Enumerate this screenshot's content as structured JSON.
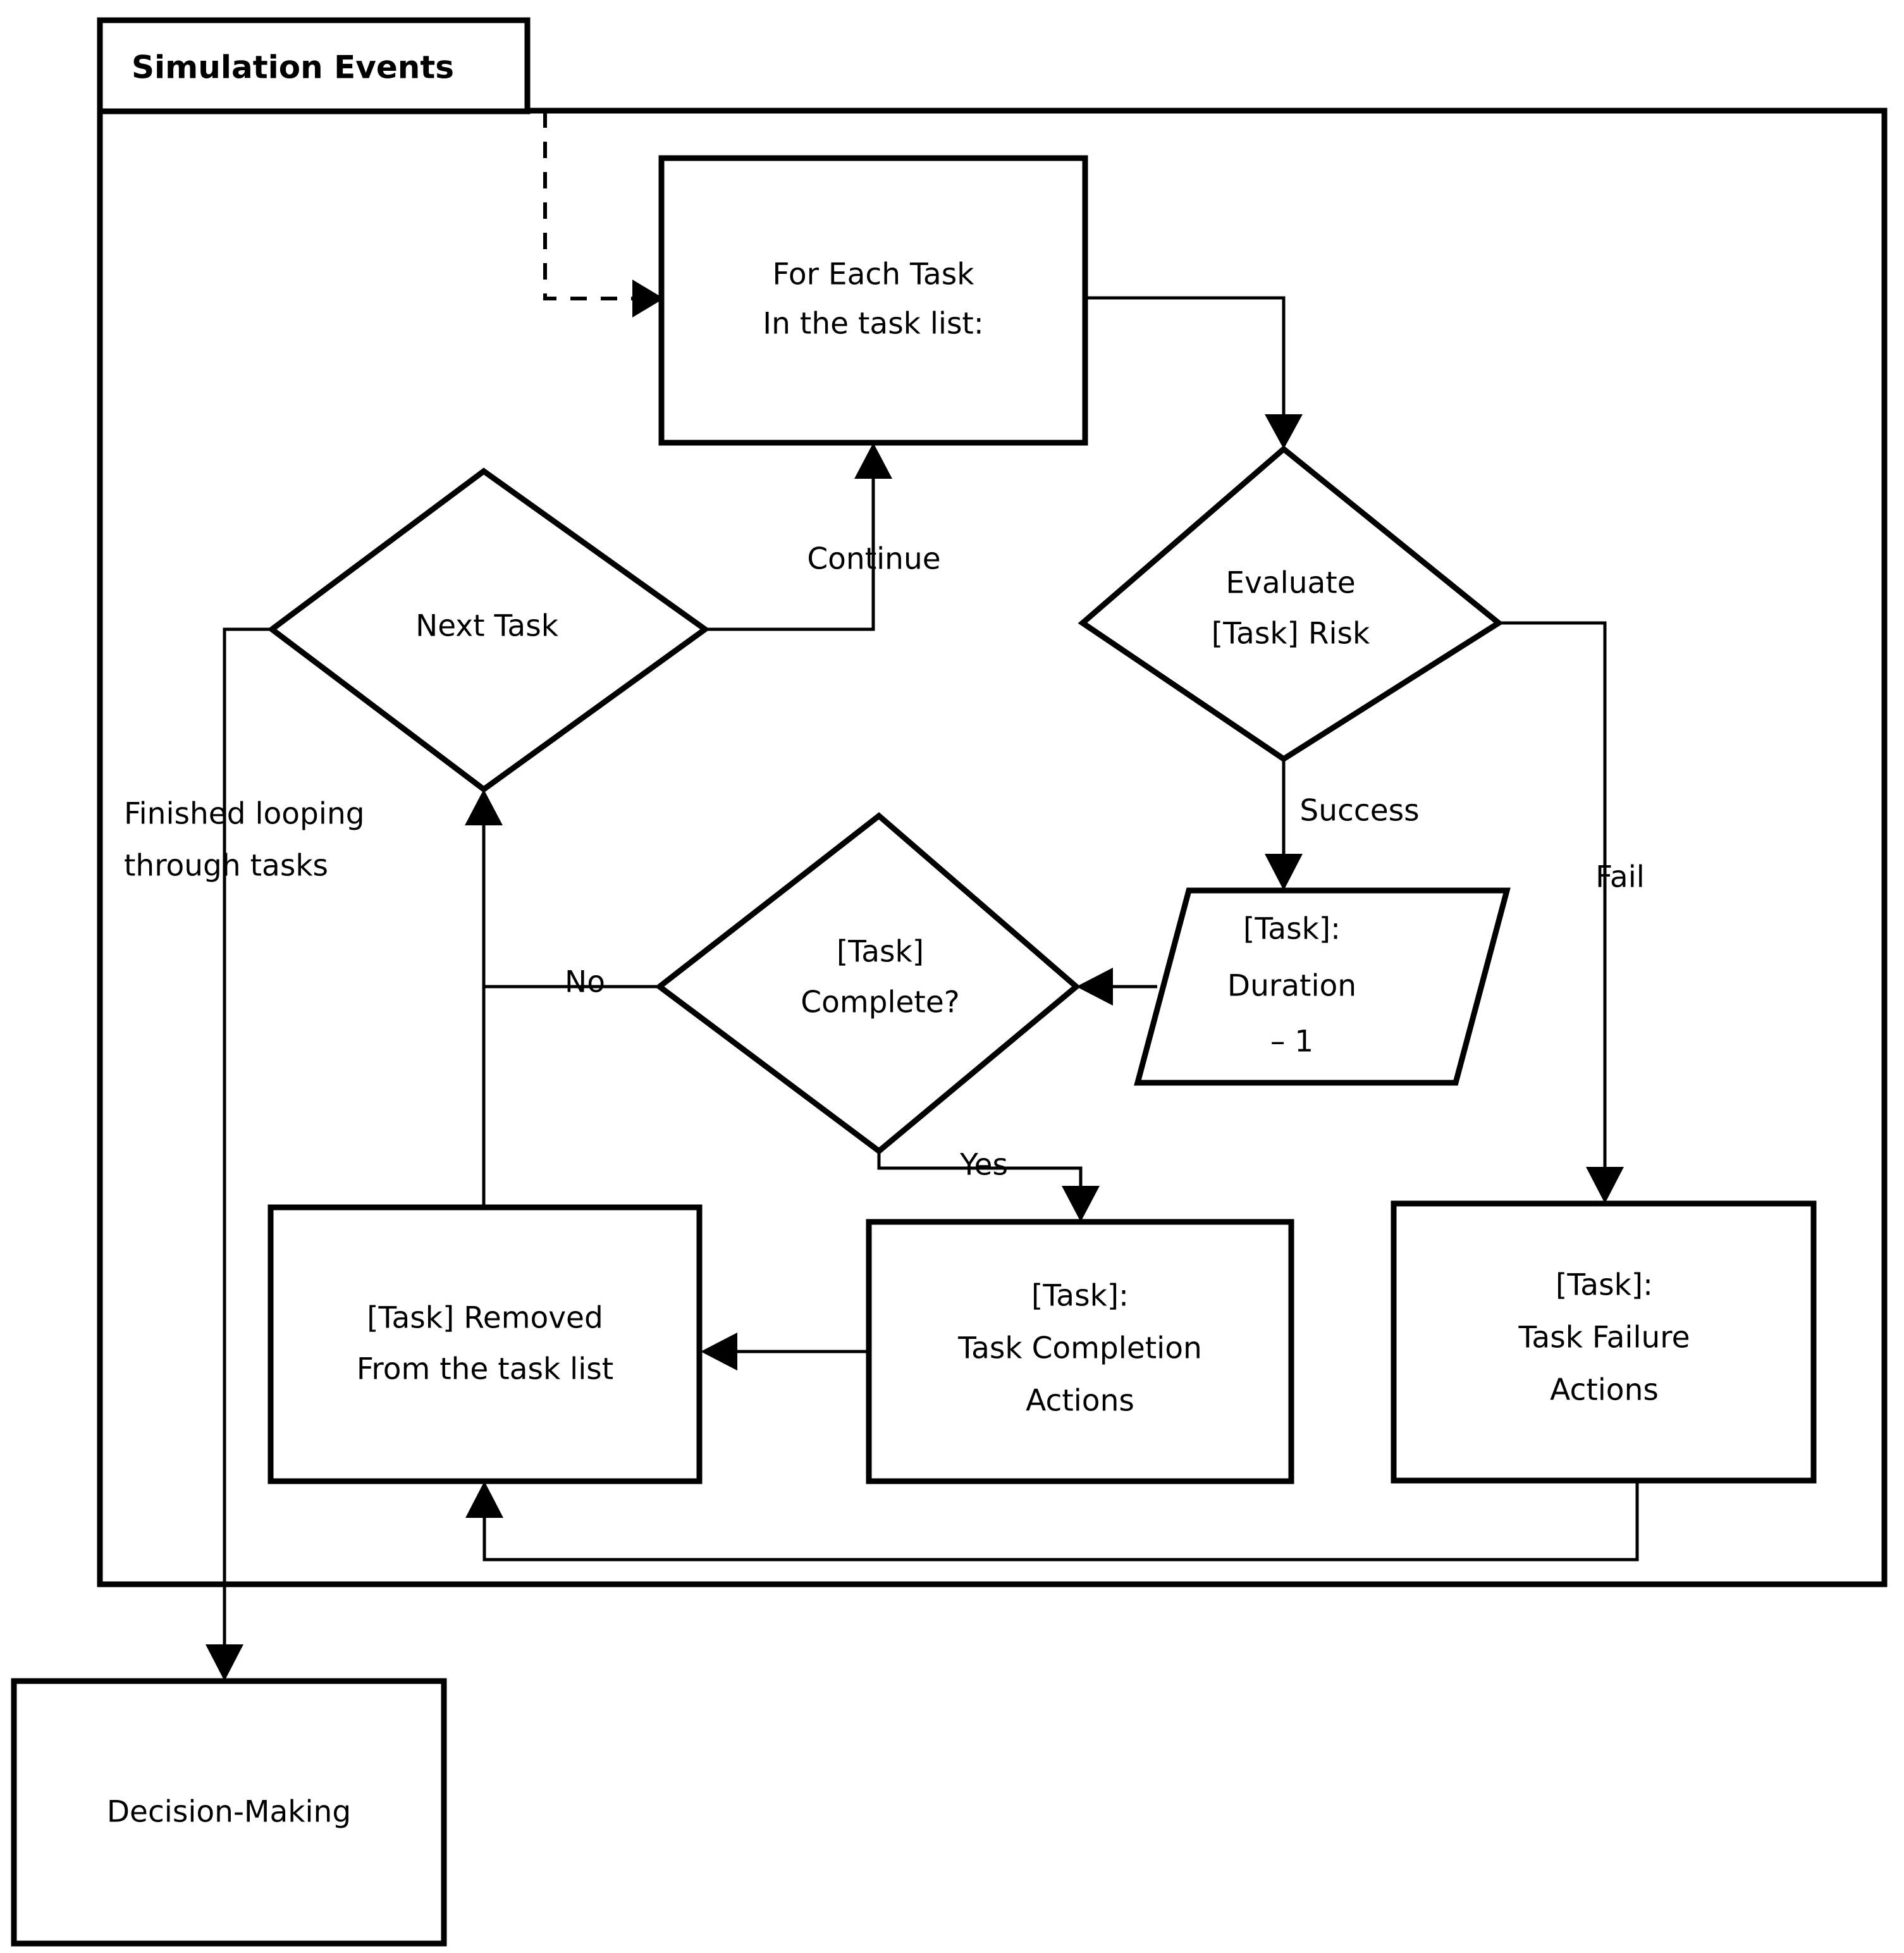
{
  "diagram": {
    "type": "flowchart",
    "container": {
      "title": "Simulation Events"
    },
    "nodes": {
      "for_each_task": {
        "shape": "process",
        "line1": "For Each Task",
        "line2": "In the task list:"
      },
      "evaluate_risk": {
        "shape": "decision",
        "line1": "Evaluate",
        "line2": "[Task] Risk"
      },
      "next_task": {
        "shape": "decision",
        "line1": "Next Task"
      },
      "task_complete": {
        "shape": "decision",
        "line1": "[Task]",
        "line2": "Complete?"
      },
      "duration_minus_one": {
        "shape": "data",
        "line1": "[Task]:",
        "line2": "Duration",
        "line3": "– 1"
      },
      "task_removed": {
        "shape": "process",
        "line1": "[Task] Removed",
        "line2": "From the task list"
      },
      "task_completion_actions": {
        "shape": "process",
        "line1": "[Task]:",
        "line2": "Task Completion",
        "line3": "Actions"
      },
      "task_failure_actions": {
        "shape": "process",
        "line1": "[Task]:",
        "line2": "Task Failure",
        "line3": "Actions"
      },
      "decision_making": {
        "shape": "process",
        "line1": "Decision-Making"
      }
    },
    "edge_labels": {
      "continue": "Continue",
      "success": "Success",
      "fail": "Fail",
      "no": "No",
      "yes": "Yes",
      "finished_looping_line1": "Finished looping",
      "finished_looping_line2": "through tasks"
    },
    "colors": {
      "stroke": "#000000",
      "fill": "#ffffff",
      "background": "#ffffff"
    }
  }
}
